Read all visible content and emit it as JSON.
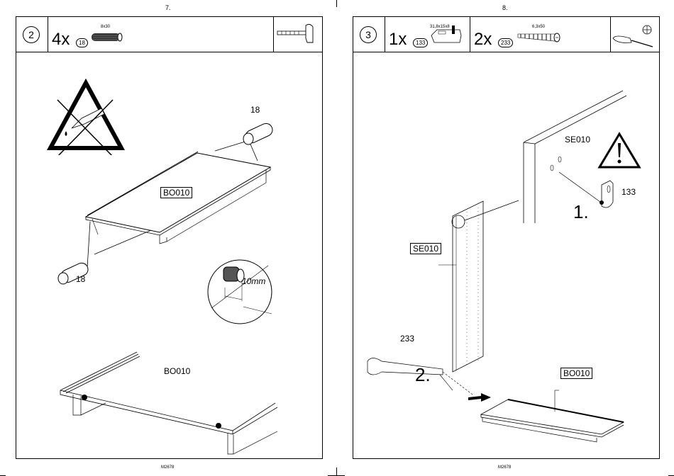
{
  "left_page": {
    "page_number": "7.",
    "footer": "M2678",
    "step": "2",
    "parts": [
      {
        "quantity": "4x",
        "part_number": "18",
        "dimension": "8x30",
        "icon": "wood-dowel-icon"
      }
    ],
    "tool": "hammer-icon",
    "warning": "no-glue-warning-icon",
    "labels": {
      "board_top": "BO010",
      "board_bottom": "BO010",
      "dowel_top": "18",
      "dowel_bottom": "18",
      "depth": "10mm"
    }
  },
  "right_page": {
    "page_number": "8.",
    "footer": "M2678",
    "step": "3",
    "parts": [
      {
        "quantity": "1x",
        "part_number": "133",
        "dimension": "31,8x15x8",
        "icon": "connector-block-icon"
      },
      {
        "quantity": "2x",
        "part_number": "233",
        "dimension": "6,3x50",
        "icon": "screw-icon"
      }
    ],
    "tool": "screwdriver-phillips-icon",
    "warning": "caution-warning-icon",
    "labels": {
      "side_panel_large": "SE010",
      "side_panel_small": "SE010",
      "connector": "133",
      "screw": "233",
      "step_one": "1.",
      "step_two": "2.",
      "board": "BO010"
    }
  }
}
